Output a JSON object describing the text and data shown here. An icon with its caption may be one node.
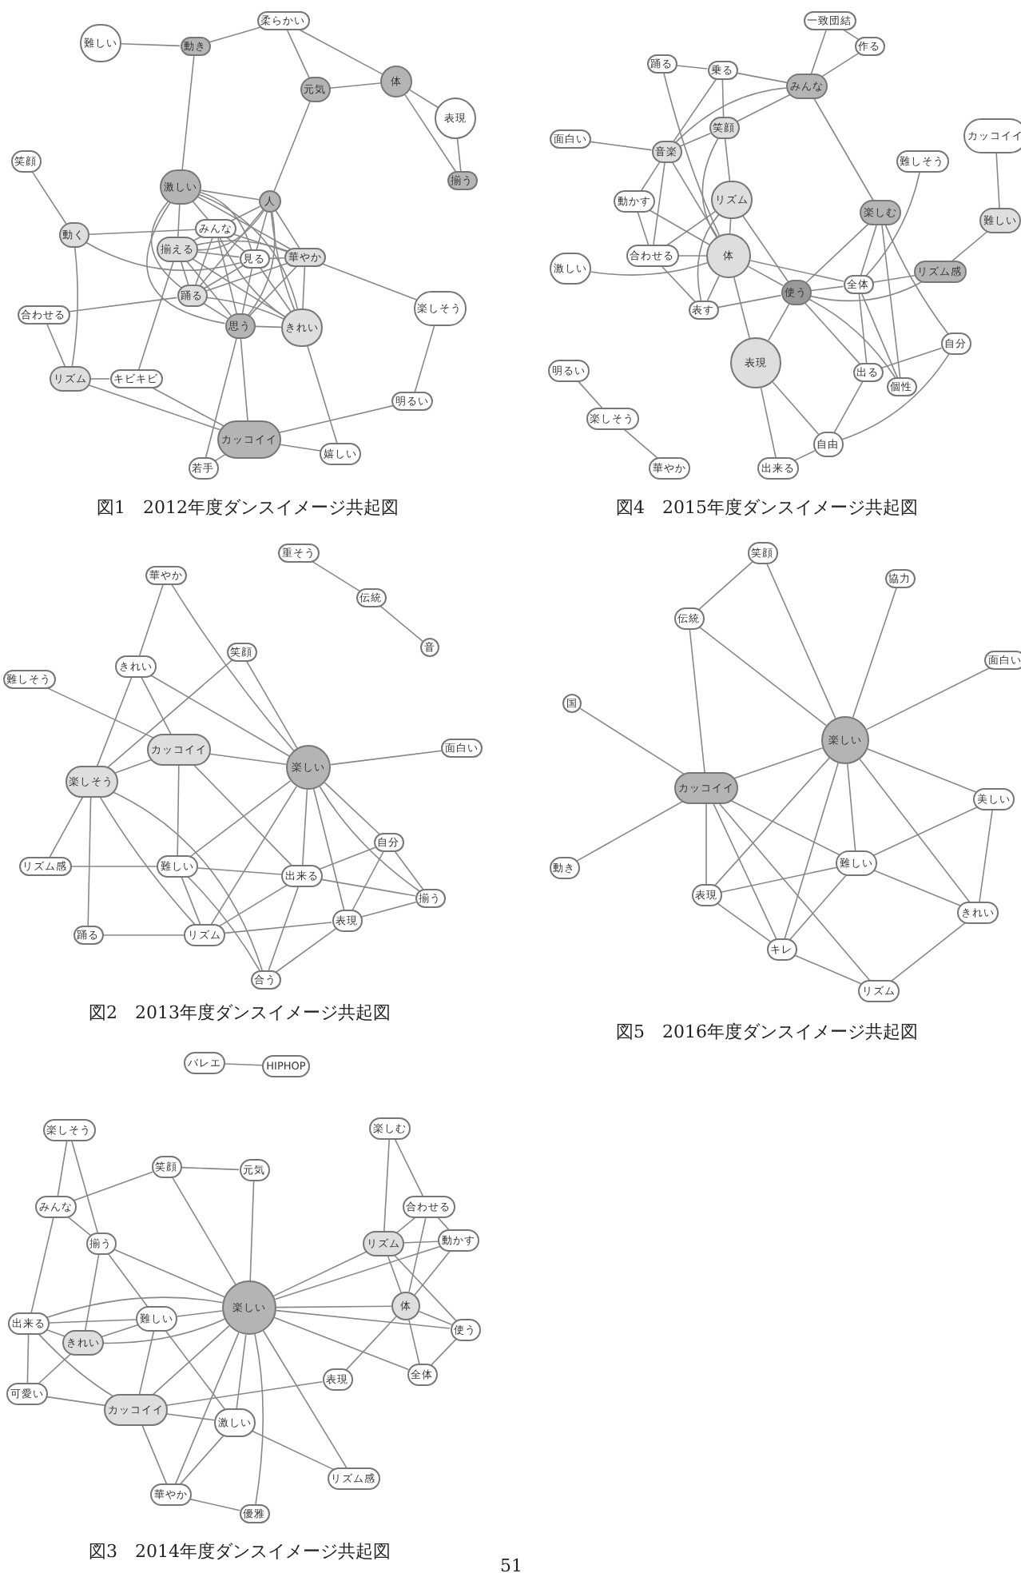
{
  "diagram": {
    "nodes": [
      {
        "text": [
          "難しい"
        ]
      },
      {
        "text": [
          "動き"
        ]
      },
      {
        "text": [
          "柔らかい"
        ]
      },
      {
        "text": [
          "元気"
        ]
      },
      {
        "text": [
          "体"
        ]
      },
      {
        "text": [
          "表現"
        ]
      },
      {
        "text": [
          "揃う"
        ]
      },
      {
        "text": [
          "笑顔"
        ]
      },
      {
        "text": [
          "激しい"
        ]
      },
      {
        "text": [
          "人"
        ]
      },
      {
        "text": [
          "動く"
        ]
      },
      {
        "text": [
          "みんな"
        ]
      },
      {
        "text": [
          "揃える"
        ]
      },
      {
        "text": [
          "見る"
        ]
      },
      {
        "text": [
          "華やか"
        ]
      },
      {
        "text": [
          "踊る"
        ]
      },
      {
        "text": [
          "合わせる"
        ]
      },
      {
        "text": [
          "楽しそう"
        ]
      },
      {
        "text": [
          "思う"
        ]
      },
      {
        "text": [
          "きれい"
        ]
      },
      {
        "text": [
          "リズム"
        ]
      },
      {
        "text": [
          "キビキビ"
        ]
      },
      {
        "text": [
          "明るい"
        ]
      },
      {
        "text": [
          "カッコイイ"
        ]
      },
      {
        "text": [
          "若手"
        ]
      },
      {
        "text": [
          "嬉しい"
        ]
      },
      {
        "text": [
          "華やか"
        ]
      },
      {
        "text": [
          "重そう"
        ]
      },
      {
        "text": [
          "伝統"
        ]
      },
      {
        "text": [
          "音"
        ]
      },
      {
        "text": [
          "笑顔"
        ]
      },
      {
        "text": [
          "きれい"
        ]
      },
      {
        "text": [
          "難しそう"
        ]
      },
      {
        "text": [
          "面白い"
        ]
      },
      {
        "text": [
          "カッコイイ"
        ]
      },
      {
        "text": [
          "楽しい"
        ]
      },
      {
        "text": [
          "楽しそう"
        ]
      },
      {
        "text": [
          "リズム感"
        ]
      },
      {
        "text": [
          "難しい"
        ]
      },
      {
        "text": [
          "自分"
        ]
      },
      {
        "text": [
          "出来る"
        ]
      },
      {
        "text": [
          "揃う"
        ]
      },
      {
        "text": [
          "表現"
        ]
      },
      {
        "text": [
          "踊る"
        ]
      },
      {
        "text": [
          "リズム"
        ]
      },
      {
        "text": [
          "合う"
        ]
      },
      {
        "text": [
          "バレエ"
        ]
      },
      {
        "text": [
          "HIPHOP"
        ]
      },
      {
        "text": [
          "楽しそう"
        ]
      },
      {
        "text": [
          "楽しむ"
        ]
      },
      {
        "text": [
          "笑顔"
        ]
      },
      {
        "text": [
          "元気"
        ]
      },
      {
        "text": [
          "みんな"
        ]
      },
      {
        "text": [
          "合わせる"
        ]
      },
      {
        "text": [
          "揃う"
        ]
      },
      {
        "text": [
          "リズム"
        ]
      },
      {
        "text": [
          "動かす"
        ]
      },
      {
        "text": [
          "楽しい"
        ]
      },
      {
        "text": [
          "体"
        ]
      },
      {
        "text": [
          "出来る"
        ]
      },
      {
        "text": [
          "難しい"
        ]
      },
      {
        "text": [
          "きれい"
        ]
      },
      {
        "text": [
          "使う"
        ]
      },
      {
        "text": [
          "表現"
        ]
      },
      {
        "text": [
          "全体"
        ]
      },
      {
        "text": [
          "可愛い"
        ]
      },
      {
        "text": [
          "カッコイイ"
        ]
      },
      {
        "text": [
          "激しい"
        ]
      },
      {
        "text": [
          "リズム感"
        ]
      },
      {
        "text": [
          "華やか"
        ]
      },
      {
        "text": [
          "優雅"
        ]
      },
      {
        "text": [
          "一致団結"
        ]
      },
      {
        "text": [
          "作る"
        ]
      },
      {
        "text": [
          "踊る"
        ]
      },
      {
        "text": [
          "乗る"
        ]
      },
      {
        "text": [
          "みんな"
        ]
      },
      {
        "text": [
          "笑顔"
        ]
      },
      {
        "text": [
          "面白い"
        ]
      },
      {
        "text": [
          "音楽"
        ]
      },
      {
        "text": [
          "リズム"
        ]
      },
      {
        "text": [
          "難しそう"
        ]
      },
      {
        "text": [
          "カッコイイ"
        ]
      },
      {
        "text": [
          "動かす"
        ]
      },
      {
        "text": [
          "楽しむ"
        ]
      },
      {
        "text": [
          "難しい"
        ]
      },
      {
        "text": [
          "合わせる"
        ]
      },
      {
        "text": [
          "体"
        ]
      },
      {
        "text": [
          "激しい"
        ]
      },
      {
        "text": [
          "リズム感"
        ]
      },
      {
        "text": [
          "使う"
        ]
      },
      {
        "text": [
          "全体"
        ]
      },
      {
        "text": [
          "表す"
        ]
      },
      {
        "text": [
          "表現"
        ]
      },
      {
        "text": [
          "自分"
        ]
      },
      {
        "text": [
          "出る"
        ]
      },
      {
        "text": [
          "個性"
        ]
      },
      {
        "text": [
          "明るい"
        ]
      },
      {
        "text": [
          "楽しそう"
        ]
      },
      {
        "text": [
          "華やか"
        ]
      },
      {
        "text": [
          "自由"
        ]
      },
      {
        "text": [
          "出来る"
        ]
      },
      {
        "text": [
          "笑顔"
        ]
      },
      {
        "text": [
          "協力"
        ]
      },
      {
        "text": [
          "伝統"
        ]
      },
      {
        "text": [
          "面白い"
        ]
      },
      {
        "text": [
          "国"
        ]
      },
      {
        "text": [
          "楽しい"
        ]
      },
      {
        "text": [
          "カッコイイ"
        ]
      },
      {
        "text": [
          "美しい"
        ]
      },
      {
        "text": [
          "動き"
        ]
      },
      {
        "text": [
          "難しい"
        ]
      },
      {
        "text": [
          "表現"
        ]
      },
      {
        "text": [
          "きれい"
        ]
      },
      {
        "text": [
          "キレ"
        ]
      },
      {
        "text": [
          "リズム"
        ]
      }
    ],
    "edges": [
      {
        "from": 0,
        "to": 1,
        "arrow": "none"
      },
      {
        "from": 1,
        "to": 2,
        "arrow": "none"
      },
      {
        "from": 2,
        "to": 3,
        "arrow": "none"
      },
      {
        "from": 2,
        "to": 4,
        "arrow": "none"
      },
      {
        "from": 3,
        "to": 4,
        "arrow": "none"
      },
      {
        "from": 4,
        "to": 5,
        "arrow": "none"
      },
      {
        "from": 4,
        "to": 6,
        "arrow": "none"
      },
      {
        "from": 5,
        "to": 6,
        "arrow": "none"
      },
      {
        "from": 1,
        "to": 8,
        "arrow": "none"
      },
      {
        "from": 3,
        "to": 9,
        "arrow": "none"
      },
      {
        "from": 7,
        "to": 10,
        "arrow": "none"
      },
      {
        "from": 10,
        "to": 11,
        "arrow": "none"
      },
      {
        "from": 10,
        "to": 13,
        "arrow": "none"
      },
      {
        "from": 10,
        "to": 20,
        "arrow": "none"
      },
      {
        "from": 8,
        "to": 9,
        "arrow": "none"
      },
      {
        "from": 8,
        "to": 11,
        "arrow": "none"
      },
      {
        "from": 8,
        "to": 12,
        "arrow": "none"
      },
      {
        "from": 8,
        "to": 13,
        "arrow": "none"
      },
      {
        "from": 8,
        "to": 14,
        "arrow": "none"
      },
      {
        "from": 8,
        "to": 15,
        "arrow": "none"
      },
      {
        "from": 8,
        "to": 18,
        "arrow": "none"
      },
      {
        "from": 8,
        "to": 19,
        "arrow": "none"
      },
      {
        "from": 9,
        "to": 11,
        "arrow": "none"
      },
      {
        "from": 9,
        "to": 12,
        "arrow": "none"
      },
      {
        "from": 9,
        "to": 13,
        "arrow": "none"
      },
      {
        "from": 9,
        "to": 14,
        "arrow": "none"
      },
      {
        "from": 9,
        "to": 15,
        "arrow": "none"
      },
      {
        "from": 9,
        "to": 18,
        "arrow": "none"
      },
      {
        "from": 9,
        "to": 19,
        "arrow": "none"
      },
      {
        "from": 11,
        "to": 12,
        "arrow": "none"
      },
      {
        "from": 11,
        "to": 13,
        "arrow": "none"
      },
      {
        "from": 11,
        "to": 14,
        "arrow": "none"
      },
      {
        "from": 11,
        "to": 15,
        "arrow": "none"
      },
      {
        "from": 11,
        "to": 18,
        "arrow": "none"
      },
      {
        "from": 11,
        "to": 19,
        "arrow": "none"
      },
      {
        "from": 12,
        "to": 13,
        "arrow": "none"
      },
      {
        "from": 12,
        "to": 14,
        "arrow": "none"
      },
      {
        "from": 12,
        "to": 15,
        "arrow": "none"
      },
      {
        "from": 12,
        "to": 18,
        "arrow": "none"
      },
      {
        "from": 12,
        "to": 19,
        "arrow": "none"
      },
      {
        "from": 13,
        "to": 14,
        "arrow": "none"
      },
      {
        "from": 13,
        "to": 15,
        "arrow": "none"
      },
      {
        "from": 13,
        "to": 18,
        "arrow": "none"
      },
      {
        "from": 13,
        "to": 19,
        "arrow": "none"
      },
      {
        "from": 14,
        "to": 15,
        "arrow": "none"
      },
      {
        "from": 14,
        "to": 17,
        "arrow": "none"
      },
      {
        "from": 14,
        "to": 18,
        "arrow": "none"
      },
      {
        "from": 14,
        "to": 19,
        "arrow": "none"
      },
      {
        "from": 15,
        "to": 16,
        "arrow": "none"
      },
      {
        "from": 15,
        "to": 18,
        "arrow": "none"
      },
      {
        "from": 15,
        "to": 19,
        "arrow": "none"
      },
      {
        "from": 18,
        "to": 19,
        "arrow": "none"
      },
      {
        "from": 16,
        "to": 20,
        "arrow": "none"
      },
      {
        "from": 20,
        "to": 21,
        "arrow": "none"
      },
      {
        "from": 20,
        "to": 23,
        "arrow": "none"
      },
      {
        "from": 21,
        "to": 12,
        "arrow": "none"
      },
      {
        "from": 21,
        "to": 23,
        "arrow": "none"
      },
      {
        "from": 18,
        "to": 23,
        "arrow": "none"
      },
      {
        "from": 18,
        "to": 24,
        "arrow": "none"
      },
      {
        "from": 19,
        "to": 25,
        "arrow": "none"
      },
      {
        "from": 23,
        "to": 24,
        "arrow": "none"
      },
      {
        "from": 23,
        "to": 25,
        "arrow": "none"
      },
      {
        "from": 23,
        "to": 22,
        "arrow": "none"
      },
      {
        "from": 22,
        "to": 17,
        "arrow": "none"
      },
      {
        "from": 27,
        "to": 28,
        "arrow": "none"
      },
      {
        "from": 28,
        "to": 29,
        "arrow": "none"
      },
      {
        "from": 26,
        "to": 31,
        "arrow": "none"
      },
      {
        "from": 26,
        "to": 35,
        "arrow": "none"
      },
      {
        "from": 30,
        "to": 35,
        "arrow": "none"
      },
      {
        "from": 30,
        "to": 36,
        "arrow": "none"
      },
      {
        "from": 31,
        "to": 34,
        "arrow": "none"
      },
      {
        "from": 31,
        "to": 36,
        "arrow": "none"
      },
      {
        "from": 31,
        "to": 35,
        "arrow": "none"
      },
      {
        "from": 32,
        "to": 34,
        "arrow": "none"
      },
      {
        "from": 34,
        "to": 35,
        "arrow": "none"
      },
      {
        "from": 34,
        "to": 36,
        "arrow": "none"
      },
      {
        "from": 34,
        "to": 38,
        "arrow": "none"
      },
      {
        "from": 34,
        "to": 40,
        "arrow": "none"
      },
      {
        "from": 35,
        "to": 33,
        "arrow": "none"
      },
      {
        "from": 35,
        "to": 38,
        "arrow": "none"
      },
      {
        "from": 35,
        "to": 44,
        "arrow": "none"
      },
      {
        "from": 35,
        "to": 40,
        "arrow": "none"
      },
      {
        "from": 35,
        "to": 42,
        "arrow": "none"
      },
      {
        "from": 35,
        "to": 39,
        "arrow": "none"
      },
      {
        "from": 35,
        "to": 41,
        "arrow": "none"
      },
      {
        "from": 36,
        "to": 37,
        "arrow": "none"
      },
      {
        "from": 36,
        "to": 43,
        "arrow": "none"
      },
      {
        "from": 36,
        "to": 44,
        "arrow": "none"
      },
      {
        "from": 36,
        "to": 45,
        "arrow": "none"
      },
      {
        "from": 37,
        "to": 38,
        "arrow": "none"
      },
      {
        "from": 38,
        "to": 40,
        "arrow": "none"
      },
      {
        "from": 38,
        "to": 44,
        "arrow": "none"
      },
      {
        "from": 38,
        "to": 45,
        "arrow": "none"
      },
      {
        "from": 43,
        "to": 44,
        "arrow": "none"
      },
      {
        "from": 39,
        "to": 40,
        "arrow": "none"
      },
      {
        "from": 39,
        "to": 42,
        "arrow": "none"
      },
      {
        "from": 39,
        "to": 41,
        "arrow": "none"
      },
      {
        "from": 40,
        "to": 41,
        "arrow": "none"
      },
      {
        "from": 40,
        "to": 44,
        "arrow": "none"
      },
      {
        "from": 42,
        "to": 44,
        "arrow": "none"
      },
      {
        "from": 42,
        "to": 41,
        "arrow": "none"
      },
      {
        "from": 42,
        "to": 45,
        "arrow": "none"
      },
      {
        "from": 40,
        "to": 45,
        "arrow": "none"
      },
      {
        "from": 46,
        "to": 47,
        "arrow": "none"
      },
      {
        "from": 48,
        "to": 52,
        "arrow": "none"
      },
      {
        "from": 48,
        "to": 54,
        "arrow": "none"
      },
      {
        "from": 50,
        "to": 51,
        "arrow": "none"
      },
      {
        "from": 50,
        "to": 52,
        "arrow": "none"
      },
      {
        "from": 50,
        "to": 57,
        "arrow": "none"
      },
      {
        "from": 51,
        "to": 57,
        "arrow": "none"
      },
      {
        "from": 52,
        "to": 54,
        "arrow": "none"
      },
      {
        "from": 52,
        "to": 59,
        "arrow": "none"
      },
      {
        "from": 54,
        "to": 57,
        "arrow": "none"
      },
      {
        "from": 54,
        "to": 60,
        "arrow": "none"
      },
      {
        "from": 54,
        "to": 61,
        "arrow": "none"
      },
      {
        "from": 57,
        "to": 60,
        "arrow": "none"
      },
      {
        "from": 57,
        "to": 61,
        "arrow": "none"
      },
      {
        "from": 57,
        "to": 59,
        "arrow": "none"
      },
      {
        "from": 57,
        "to": 66,
        "arrow": "none"
      },
      {
        "from": 57,
        "to": 67,
        "arrow": "none"
      },
      {
        "from": 57,
        "to": 69,
        "arrow": "none"
      },
      {
        "from": 57,
        "to": 70,
        "arrow": "none"
      },
      {
        "from": 57,
        "to": 68,
        "arrow": "none"
      },
      {
        "from": 57,
        "to": 55,
        "arrow": "none"
      },
      {
        "from": 57,
        "to": 56,
        "arrow": "none"
      },
      {
        "from": 57,
        "to": 58,
        "arrow": "none"
      },
      {
        "from": 57,
        "to": 62,
        "arrow": "none"
      },
      {
        "from": 57,
        "to": 64,
        "arrow": "none"
      },
      {
        "from": 49,
        "to": 55,
        "arrow": "none"
      },
      {
        "from": 49,
        "to": 53,
        "arrow": "none"
      },
      {
        "from": 53,
        "to": 55,
        "arrow": "none"
      },
      {
        "from": 53,
        "to": 56,
        "arrow": "none"
      },
      {
        "from": 53,
        "to": 58,
        "arrow": "none"
      },
      {
        "from": 55,
        "to": 56,
        "arrow": "none"
      },
      {
        "from": 55,
        "to": 58,
        "arrow": "none"
      },
      {
        "from": 55,
        "to": 62,
        "arrow": "none"
      },
      {
        "from": 56,
        "to": 58,
        "arrow": "none"
      },
      {
        "from": 58,
        "to": 63,
        "arrow": "none"
      },
      {
        "from": 58,
        "to": 64,
        "arrow": "none"
      },
      {
        "from": 58,
        "to": 62,
        "arrow": "none"
      },
      {
        "from": 62,
        "to": 64,
        "arrow": "none"
      },
      {
        "from": 59,
        "to": 61,
        "arrow": "none"
      },
      {
        "from": 59,
        "to": 60,
        "arrow": "none"
      },
      {
        "from": 59,
        "to": 65,
        "arrow": "none"
      },
      {
        "from": 59,
        "to": 66,
        "arrow": "none"
      },
      {
        "from": 61,
        "to": 60,
        "arrow": "none"
      },
      {
        "from": 61,
        "to": 65,
        "arrow": "none"
      },
      {
        "from": 60,
        "to": 66,
        "arrow": "none"
      },
      {
        "from": 60,
        "to": 67,
        "arrow": "none"
      },
      {
        "from": 63,
        "to": 66,
        "arrow": "none"
      },
      {
        "from": 65,
        "to": 66,
        "arrow": "none"
      },
      {
        "from": 66,
        "to": 67,
        "arrow": "none"
      },
      {
        "from": 66,
        "to": 69,
        "arrow": "none"
      },
      {
        "from": 67,
        "to": 69,
        "arrow": "none"
      },
      {
        "from": 67,
        "to": 68,
        "arrow": "none"
      },
      {
        "from": 69,
        "to": 70,
        "arrow": "none"
      },
      {
        "from": 71,
        "to": 72,
        "arrow": "none"
      },
      {
        "from": 71,
        "to": 75,
        "arrow": "none"
      },
      {
        "from": 72,
        "to": 75,
        "arrow": "none"
      },
      {
        "from": 73,
        "to": 74,
        "arrow": "none"
      },
      {
        "from": 73,
        "to": 86,
        "arrow": "none"
      },
      {
        "from": 74,
        "to": 75,
        "arrow": "none"
      },
      {
        "from": 74,
        "to": 76,
        "arrow": "none"
      },
      {
        "from": 74,
        "to": 78,
        "arrow": "none"
      },
      {
        "from": 76,
        "to": 75,
        "arrow": "none"
      },
      {
        "from": 78,
        "to": 75,
        "arrow": "none"
      },
      {
        "from": 76,
        "to": 78,
        "arrow": "none"
      },
      {
        "from": 76,
        "to": 79,
        "arrow": "none"
      },
      {
        "from": 76,
        "to": 86,
        "arrow": "none"
      },
      {
        "from": 77,
        "to": 78,
        "arrow": "none"
      },
      {
        "from": 78,
        "to": 82,
        "arrow": "none"
      },
      {
        "from": 78,
        "to": 85,
        "arrow": "none"
      },
      {
        "from": 78,
        "to": 86,
        "arrow": "none"
      },
      {
        "from": 82,
        "to": 85,
        "arrow": "none"
      },
      {
        "from": 82,
        "to": 86,
        "arrow": "none"
      },
      {
        "from": 85,
        "to": 86,
        "arrow": "none"
      },
      {
        "from": 85,
        "to": 91,
        "arrow": "none"
      },
      {
        "from": 85,
        "to": 79,
        "arrow": "none"
      },
      {
        "from": 87,
        "to": 86,
        "arrow": "none"
      },
      {
        "from": 79,
        "to": 86,
        "arrow": "none"
      },
      {
        "from": 79,
        "to": 89,
        "arrow": "none"
      },
      {
        "from": 79,
        "to": 91,
        "arrow": "none"
      },
      {
        "from": 86,
        "to": 89,
        "arrow": "none"
      },
      {
        "from": 86,
        "to": 92,
        "arrow": "none"
      },
      {
        "from": 86,
        "to": 90,
        "arrow": "none"
      },
      {
        "from": 86,
        "to": 91,
        "arrow": "none"
      },
      {
        "from": 75,
        "to": 83,
        "arrow": "none"
      },
      {
        "from": 83,
        "to": 90,
        "arrow": "none"
      },
      {
        "from": 83,
        "to": 95,
        "arrow": "none"
      },
      {
        "from": 80,
        "to": 90,
        "arrow": "none"
      },
      {
        "from": 83,
        "to": 93,
        "arrow": "none"
      },
      {
        "from": 81,
        "to": 84,
        "arrow": "none"
      },
      {
        "from": 84,
        "to": 88,
        "arrow": "none"
      },
      {
        "from": 88,
        "to": 90,
        "arrow": "none"
      },
      {
        "from": 89,
        "to": 90,
        "arrow": "none"
      },
      {
        "from": 89,
        "to": 88,
        "arrow": "none"
      },
      {
        "from": 91,
        "to": 89,
        "arrow": "none"
      },
      {
        "from": 92,
        "to": 89,
        "arrow": "none"
      },
      {
        "from": 89,
        "to": 94,
        "arrow": "none"
      },
      {
        "from": 89,
        "to": 95,
        "arrow": "none"
      },
      {
        "from": 90,
        "to": 94,
        "arrow": "none"
      },
      {
        "from": 90,
        "to": 95,
        "arrow": "none"
      },
      {
        "from": 92,
        "to": 99,
        "arrow": "none"
      },
      {
        "from": 92,
        "to": 100,
        "arrow": "none"
      },
      {
        "from": 99,
        "to": 100,
        "arrow": "none"
      },
      {
        "from": 99,
        "to": 94,
        "arrow": "none"
      },
      {
        "from": 99,
        "to": 93,
        "arrow": "none"
      },
      {
        "from": 93,
        "to": 94,
        "arrow": "none"
      },
      {
        "from": 96,
        "to": 97,
        "arrow": "none"
      },
      {
        "from": 97,
        "to": 98,
        "arrow": "none"
      },
      {
        "from": 83,
        "to": 89,
        "arrow": "none"
      },
      {
        "from": 101,
        "to": 103,
        "arrow": "none"
      },
      {
        "from": 101,
        "to": 106,
        "arrow": "none"
      },
      {
        "from": 102,
        "to": 106,
        "arrow": "none"
      },
      {
        "from": 104,
        "to": 106,
        "arrow": "none"
      },
      {
        "from": 103,
        "to": 106,
        "arrow": "none"
      },
      {
        "from": 103,
        "to": 107,
        "arrow": "none"
      },
      {
        "from": 105,
        "to": 107,
        "arrow": "none"
      },
      {
        "from": 107,
        "to": 109,
        "arrow": "none"
      },
      {
        "from": 107,
        "to": 106,
        "arrow": "none"
      },
      {
        "from": 107,
        "to": 111,
        "arrow": "none"
      },
      {
        "from": 107,
        "to": 113,
        "arrow": "none"
      },
      {
        "from": 107,
        "to": 114,
        "arrow": "none"
      },
      {
        "from": 107,
        "to": 110,
        "arrow": "none"
      },
      {
        "from": 106,
        "to": 108,
        "arrow": "none"
      },
      {
        "from": 106,
        "to": 110,
        "arrow": "none"
      },
      {
        "from": 106,
        "to": 112,
        "arrow": "none"
      },
      {
        "from": 106,
        "to": 113,
        "arrow": "none"
      },
      {
        "from": 106,
        "to": 111,
        "arrow": "none"
      },
      {
        "from": 110,
        "to": 108,
        "arrow": "none"
      },
      {
        "from": 108,
        "to": 112,
        "arrow": "none"
      },
      {
        "from": 110,
        "to": 111,
        "arrow": "none"
      },
      {
        "from": 110,
        "to": 113,
        "arrow": "none"
      },
      {
        "from": 110,
        "to": 112,
        "arrow": "none"
      },
      {
        "from": 111,
        "to": 113,
        "arrow": "none"
      },
      {
        "from": 113,
        "to": 114,
        "arrow": "none"
      },
      {
        "from": 114,
        "to": 112,
        "arrow": "none"
      }
    ],
    "labels": [
      "図1　2012年度ダンスイメージ共起図",
      "図4　2015年度ダンスイメージ共起図",
      "図2　2013年度ダンスイメージ共起図",
      "図5　2016年度ダンスイメージ共起図",
      "図3　2014年度ダンスイメージ共起図",
      "51"
    ]
  }
}
